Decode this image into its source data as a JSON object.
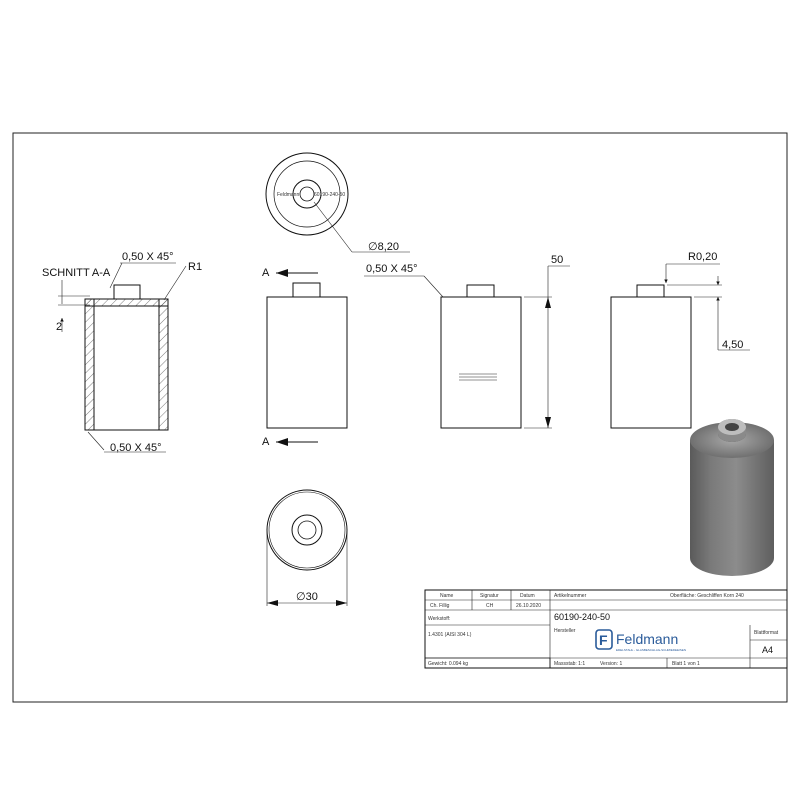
{
  "section": {
    "label": "SCHNITT A-A",
    "chamfer_top": "0,50 X 45°",
    "radius": "R1",
    "depth": "2",
    "chamfer_bottom": "0,50 X 45°"
  },
  "front_view": {
    "mark_top": "A",
    "mark_bottom": "A"
  },
  "top_view": {
    "bore_dia": "∅8,20",
    "ring_text_left": "Feldmann",
    "ring_text_right": "60190-240-50"
  },
  "mid_view": {
    "chamfer": "0,50 X 45°",
    "height": "50"
  },
  "right_view": {
    "radius": "R0,20",
    "step": "4,50"
  },
  "bottom_view": {
    "outer_dia": "∅30"
  },
  "title_block": {
    "hdr_name": "Name",
    "hdr_signature": "Signatur",
    "hdr_date": "Datum",
    "created_by": "Ch. Fillig",
    "signature": "CH",
    "date": "26.10.2020",
    "material_label": "Werkstoff:",
    "material": "1.4301 (AISI 304 L)",
    "weight": "Gewicht: 0.094 kg",
    "article_label": "Artikelnummer",
    "article_no": "60190-240-50",
    "surface": "Oberfläche:   Geschliffen Korn 240",
    "manufacturer_label": "Hersteller",
    "logo_text": "Feldmann",
    "logo_tagline": "EDELSTAHL - GLASBESCHLAG-SCHMIEDEEISEN",
    "scale": "Massstab: 1:1",
    "version": "Version: 1",
    "sheet": "Blatt 1 von 1",
    "format_label": "Blattformat",
    "format": "A4"
  }
}
